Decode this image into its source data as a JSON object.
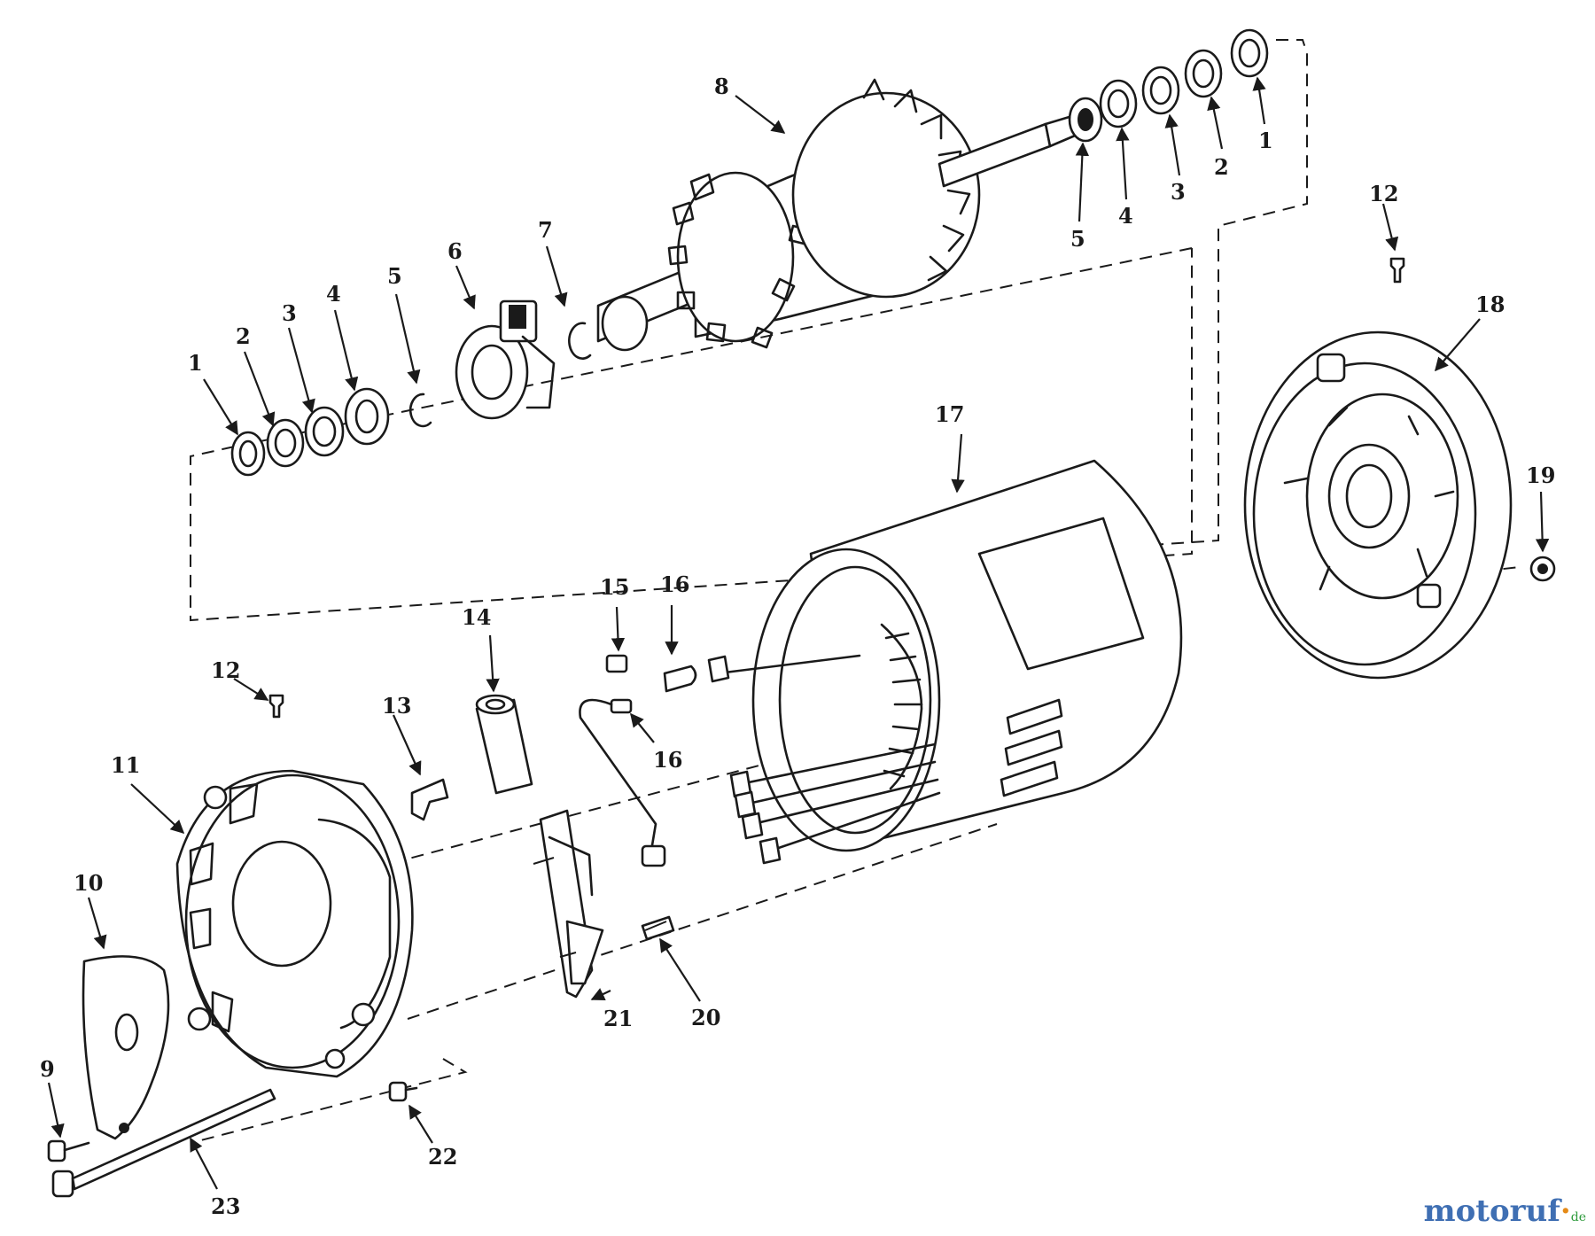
{
  "callouts": {
    "c1_left": "1",
    "c2_left": "2",
    "c3_left": "3",
    "c4_left": "4",
    "c5_left": "5",
    "c6": "6",
    "c7": "7",
    "c8": "8",
    "c1_right": "1",
    "c2_right": "2",
    "c3_right": "3",
    "c4_right": "4",
    "c5_right": "5",
    "c9": "9",
    "c10": "10",
    "c11": "11",
    "c12_left": "12",
    "c12_right": "12",
    "c13": "13",
    "c14": "14",
    "c15": "15",
    "c16_top": "16",
    "c16_bottom": "16",
    "c17": "17",
    "c18": "18",
    "c19": "19",
    "c20": "20",
    "c21": "21",
    "c22": "22",
    "c23": "23"
  },
  "watermark": {
    "main": "motoruf",
    "dot": "·",
    "tld": "de"
  }
}
